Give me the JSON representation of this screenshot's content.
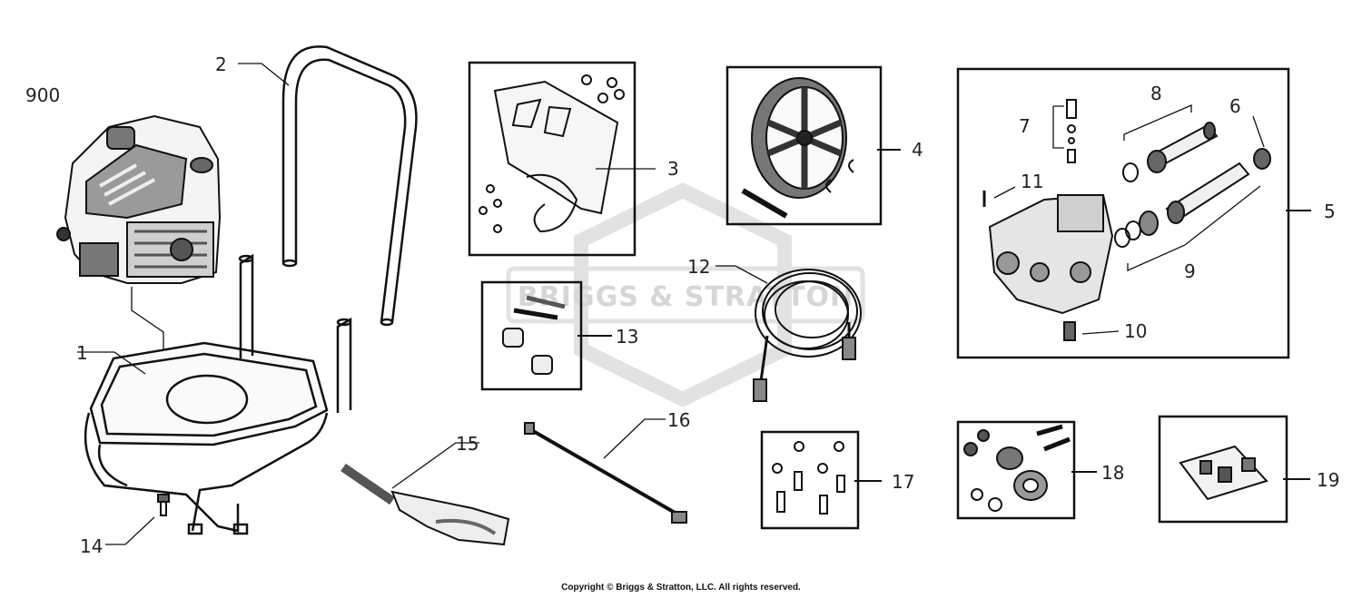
{
  "watermark": {
    "brand": "BRIGGS & STRATTON"
  },
  "callouts": {
    "c900": "900",
    "c1": "1",
    "c2": "2",
    "c3": "3",
    "c4": "4",
    "c5": "5",
    "c6": "6",
    "c7": "7",
    "c8": "8",
    "c9": "9",
    "c10": "10",
    "c11": "11",
    "c12": "12",
    "c13": "13",
    "c14": "14",
    "c15": "15",
    "c16": "16",
    "c17": "17",
    "c18": "18",
    "c19": "19"
  },
  "footer": {
    "copyright": "Copyright © Briggs & Stratton, LLC. All rights reserved."
  }
}
